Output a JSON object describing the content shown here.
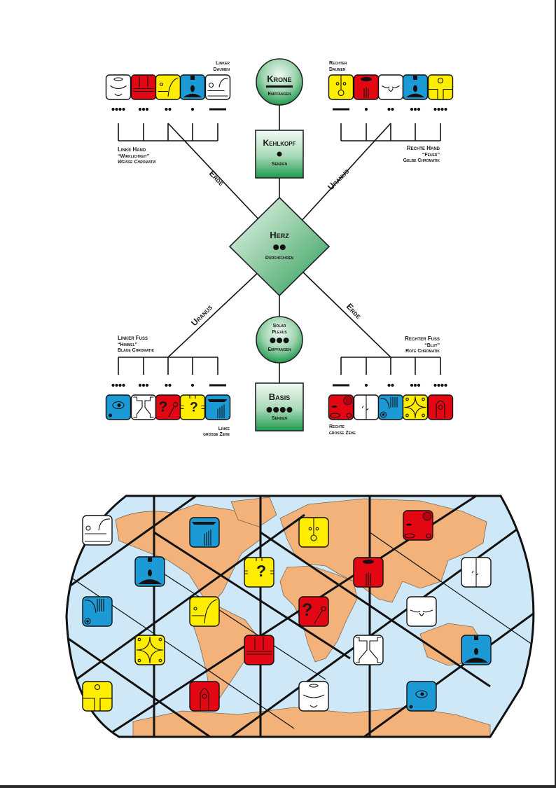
{
  "diagram": {
    "crown": {
      "title": "Krone",
      "subtitle": "Empfangen",
      "dots": 0,
      "bar": true
    },
    "throat": {
      "title": "Kehlkopf",
      "subtitle": "Senden",
      "dots": 1
    },
    "heart": {
      "title": "Herz",
      "subtitle": "Durchführen",
      "dots": 2
    },
    "solar_plexus": {
      "title_line1": "Solar",
      "title_line2": "Plexus",
      "subtitle": "Empfangen",
      "dots": 3
    },
    "base": {
      "title": "Basis",
      "subtitle": "Senden",
      "dots": 4
    },
    "axes": {
      "upper_left": "Erde",
      "upper_right": "Uranus",
      "lower_left": "Uranus",
      "lower_right": "Erde"
    },
    "left_hand": {
      "title": "Linke Hand",
      "quote": "“Wirklichkeit”",
      "chromatic": "Weisse Chromatik",
      "digit_label_line1": "Linker",
      "digit_label_line2": "Daumen",
      "glyphs": [
        {
          "name": "white-wind-glyph",
          "color": "#ffffff",
          "count": 4
        },
        {
          "name": "red-earth-glyph",
          "color": "#e30613",
          "count": 3
        },
        {
          "name": "yellow-human-glyph",
          "color": "#ffed00",
          "count": 2
        },
        {
          "name": "blue-storm-glyph",
          "color": "#1c9ad6",
          "count": 1
        },
        {
          "name": "white-mirror-glyph",
          "color": "#ffffff",
          "count": 5
        }
      ]
    },
    "right_hand": {
      "title": "Rechte Hand",
      "quote": "“Feuer”",
      "chromatic": "Gelbe Chromatik",
      "digit_label_line1": "Rechter",
      "digit_label_line2": "Daumen",
      "glyphs": [
        {
          "name": "yellow-sun-glyph",
          "color": "#ffed00",
          "count": 5
        },
        {
          "name": "red-serpent-glyph",
          "color": "#e30613",
          "count": 1
        },
        {
          "name": "white-dog-glyph",
          "color": "#ffffff",
          "count": 2
        },
        {
          "name": "blue-storm2-glyph",
          "color": "#1c9ad6",
          "count": 3
        },
        {
          "name": "yellow-seed-glyph",
          "color": "#ffed00",
          "count": 4
        }
      ]
    },
    "left_foot": {
      "title": "Linker Fuß",
      "quote": "“Himmel”",
      "chromatic": "Blaue Chromatik",
      "digit_label_line1": "Linke",
      "digit_label_line2": "große Zehe",
      "glyphs": [
        {
          "name": "blue-night-glyph",
          "color": "#1c9ad6",
          "count": 4
        },
        {
          "name": "white-worldbridger-glyph",
          "color": "#ffffff",
          "count": 3
        },
        {
          "name": "red-skywalker-glyph",
          "color": "#e30613",
          "count": 2
        },
        {
          "name": "yellow-warrior-glyph",
          "color": "#ffed00",
          "count": 1
        },
        {
          "name": "blue-eagle-glyph",
          "color": "#1c9ad6",
          "count": 5
        }
      ]
    },
    "right_foot": {
      "title": "Rechter Fuß",
      "quote": "“Blut”",
      "chromatic": "Rote Chromatik",
      "digit_label_line1": "Rechte",
      "digit_label_line2": "große Zehe",
      "glyphs": [
        {
          "name": "red-moon-glyph",
          "color": "#e30613",
          "count": 5
        },
        {
          "name": "white-wizard-glyph",
          "color": "#ffffff",
          "count": 1
        },
        {
          "name": "blue-hand-glyph",
          "color": "#1c9ad6",
          "count": 2
        },
        {
          "name": "yellow-star-glyph",
          "color": "#ffed00",
          "count": 3
        },
        {
          "name": "red-dragon-glyph",
          "color": "#e30613",
          "count": 4
        }
      ]
    }
  },
  "map": {
    "ocean_color": "#cfe8f7",
    "land_color": "#f2b27a",
    "glyphs": [
      {
        "name": "white-mirror-glyph",
        "color": "#ffffff"
      },
      {
        "name": "blue-eagle-glyph",
        "color": "#1c9ad6"
      },
      {
        "name": "yellow-sun-glyph",
        "color": "#ffed00"
      },
      {
        "name": "red-moon-glyph",
        "color": "#e30613"
      },
      {
        "name": "blue-storm-glyph",
        "color": "#1c9ad6"
      },
      {
        "name": "yellow-warrior-glyph",
        "color": "#ffed00"
      },
      {
        "name": "red-serpent-glyph",
        "color": "#e30613"
      },
      {
        "name": "white-wizard-glyph",
        "color": "#ffffff"
      },
      {
        "name": "blue-hand-glyph",
        "color": "#1c9ad6"
      },
      {
        "name": "yellow-human-glyph",
        "color": "#ffed00"
      },
      {
        "name": "red-skywalker-glyph",
        "color": "#e30613"
      },
      {
        "name": "white-dog-glyph",
        "color": "#ffffff"
      },
      {
        "name": "yellow-star-glyph",
        "color": "#ffed00"
      },
      {
        "name": "red-earth-glyph",
        "color": "#e30613"
      },
      {
        "name": "white-worldbridger-glyph",
        "color": "#ffffff"
      },
      {
        "name": "blue-storm2-glyph",
        "color": "#1c9ad6"
      },
      {
        "name": "yellow-seed-glyph",
        "color": "#ffed00"
      },
      {
        "name": "red-dragon-glyph",
        "color": "#e30613"
      },
      {
        "name": "white-wind-glyph",
        "color": "#ffffff"
      },
      {
        "name": "blue-night-glyph",
        "color": "#1c9ad6"
      }
    ]
  }
}
